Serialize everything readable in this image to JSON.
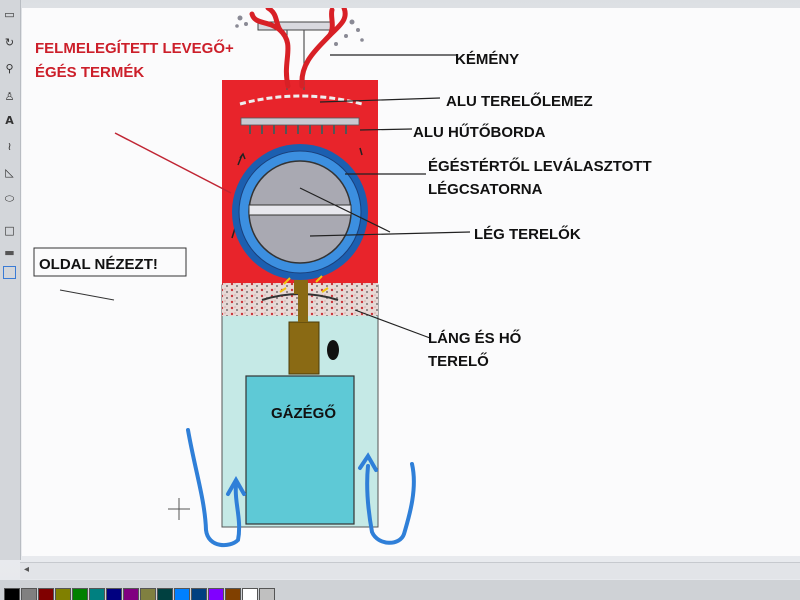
{
  "labels": {
    "heated_air": "FELMELEGÍTETT LEVEGŐ+",
    "combustion_products": "ÉGÉS TERMÉK",
    "chimney": "KÉMÉNY",
    "alu_deflector": "ALU TERELŐLEMEZ",
    "alu_heatsink": "ALU HŰTŐBORDA",
    "air_channel_1": "ÉGÉSTÉRTŐL LEVÁLASZTOTT",
    "air_channel_2": "LÉGCSATORNA",
    "air_deflectors": "LÉG TERELŐK",
    "side_view": "OLDAL NÉZEZT!",
    "flame_1": "LÁNG ÉS HŐ",
    "flame_2": "TERELŐ",
    "burner": "GÁZÉGŐ"
  },
  "colors": {
    "heated_chamber": "#e8242b",
    "air_chamber": "#c5e9e6",
    "burner_box": "#5ec9d6",
    "air_channel": "#3c8fe0",
    "drum": "#a9a9b2",
    "arrows": "#2f7fd8",
    "flame_stem": "#8a6a14",
    "title_text": "#cc1f2a",
    "label_text": "#111111"
  },
  "palette": [
    "#000000",
    "#808080",
    "#800000",
    "#808000",
    "#008000",
    "#008080",
    "#000080",
    "#800080",
    "#808040",
    "#004040",
    "#0080ff",
    "#004080",
    "#8000ff",
    "#804000",
    "#ffffff",
    "#c0c0c0"
  ]
}
